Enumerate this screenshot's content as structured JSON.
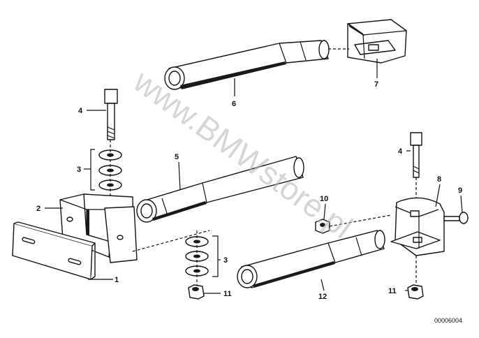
{
  "watermark": "www.BMWstore.pl",
  "diagram_code": "00006004",
  "callouts": {
    "c1": "1",
    "c2": "2",
    "c3a": "3",
    "c3b": "3",
    "c4a": "4",
    "c4b": "4",
    "c5": "5",
    "c6": "6",
    "c7": "7",
    "c8": "8",
    "c9": "9",
    "c10": "10",
    "c11a": "11",
    "c11b": "11",
    "c12": "12"
  },
  "colors": {
    "ink": "#111111",
    "watermark": "#b4b4b4",
    "background": "#ffffff"
  }
}
